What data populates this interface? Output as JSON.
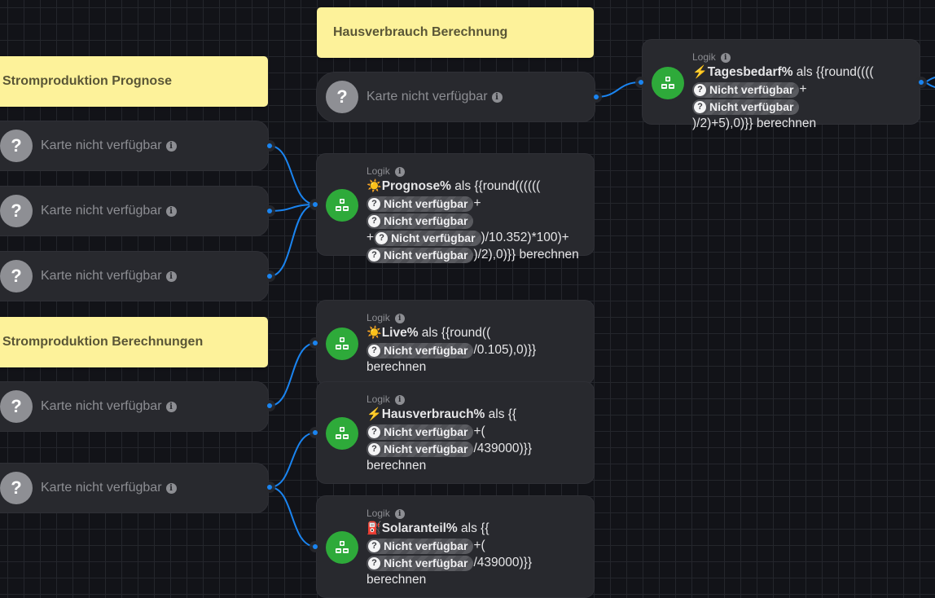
{
  "labels": {
    "stromproduktion_prognose": "Stromproduktion Prognose",
    "hausverbrauch_berechnung": "Hausverbrauch Berechnung",
    "stromproduktion_berechnungen": "Stromproduktion Berechnungen"
  },
  "unavailable_card": {
    "text": "Karte nicht verfügbar",
    "icon": "question-icon",
    "info_icon": "info-icon"
  },
  "logic_kind": "Logik",
  "pill_text": "Nicht verfügbar",
  "pill_icon": "question-icon",
  "accent_colors": {
    "wire": "#1a84f0",
    "logic_icon": "#2eaa3a",
    "label_bg": "#fdf29a",
    "card_bg": "#28292e",
    "canvas_bg": "#121318"
  },
  "logic_nodes": {
    "tagesbedarf": {
      "emoji": "⚡",
      "name": "Tagesbedarf%",
      "t1": " als {{round((((",
      "t2": "+",
      "t3": ")/2)+5),0)}} berechnen"
    },
    "prognose": {
      "emoji": "☀️",
      "name": "Prognose%",
      "t1": " als {{round((((((",
      "t2": "+",
      "t3": "+",
      "t4": ")/10.352)*100)+",
      "t5": ")/2),0)}} berechnen"
    },
    "live": {
      "emoji": "☀️",
      "name": "Live%",
      "t1": " als {{round((",
      "t2": "/0.105),0)}}",
      "t3": "berechnen"
    },
    "hausverbrauch": {
      "emoji": "⚡",
      "name": "Hausverbrauch%",
      "t1": " als {{",
      "t2": "+(",
      "t3": "/439000)}}",
      "t4": "berechnen"
    },
    "solaranteil": {
      "emoji": "⛽",
      "name": "Solaranteil%",
      "t1": " als {{",
      "t2": "+(",
      "t3": "/439000)}}",
      "t4": "berechnen"
    }
  },
  "icons": {
    "question": "?",
    "info": "i"
  }
}
